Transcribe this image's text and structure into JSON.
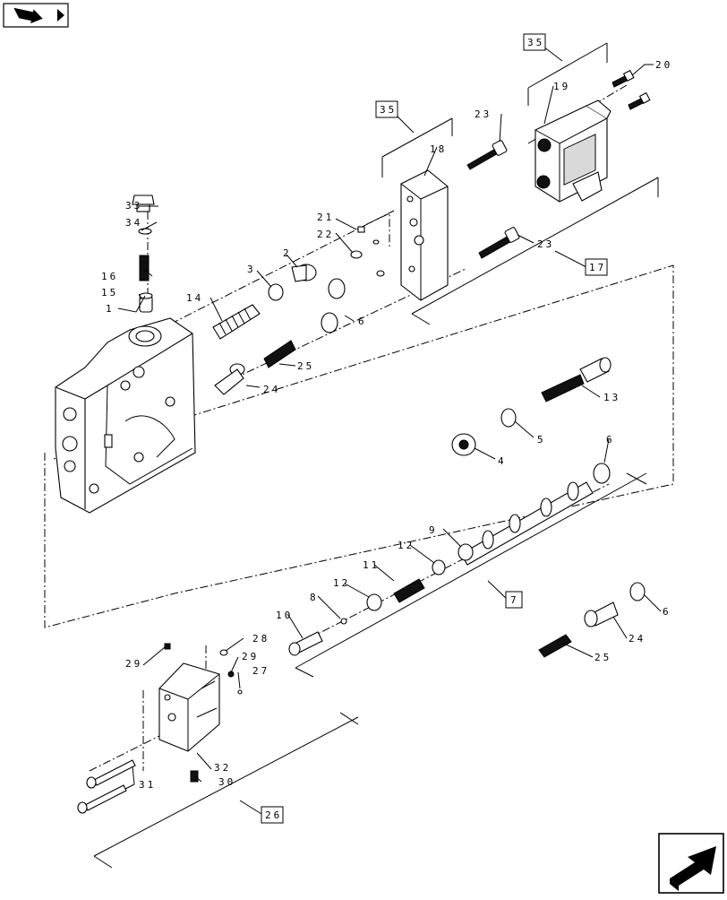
{
  "navigation": {
    "back_icon": "return-arrow-icon",
    "next_icon": "next-page-arrow-icon"
  },
  "reference_boxes": {
    "r35a": "35",
    "r35b": "35",
    "r17": "17",
    "r7": "7",
    "r26": "26"
  },
  "callouts": {
    "c1": "1",
    "c2": "2",
    "c3": "3",
    "c4": "4",
    "c5": "5",
    "c6a": "6",
    "c6b": "6",
    "c6c": "6",
    "c8": "8",
    "c9": "9",
    "c10": "10",
    "c11": "11",
    "c12a": "12",
    "c12b": "12",
    "c13": "13",
    "c14": "14",
    "c15": "15",
    "c16": "16",
    "c18": "18",
    "c19": "19",
    "c20": "20",
    "c21": "21",
    "c22": "22",
    "c23a": "23",
    "c23b": "23",
    "c24a": "24",
    "c24b": "24",
    "c25a": "25",
    "c25b": "25",
    "c27": "27",
    "c28": "28",
    "c29a": "29",
    "c29b": "29",
    "c30": "30",
    "c31": "31",
    "c32": "32",
    "c33": "33",
    "c34": "34"
  }
}
